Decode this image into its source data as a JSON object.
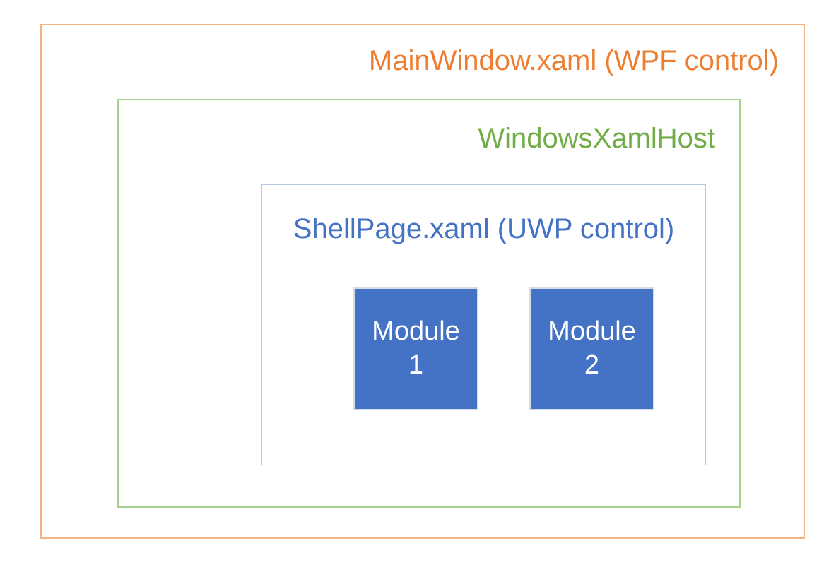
{
  "diagram": {
    "outer": {
      "label": "MainWindow.xaml (WPF control)"
    },
    "host": {
      "label": "WindowsXamlHost"
    },
    "shell": {
      "label": "ShellPage.xaml (UWP control)"
    },
    "modules": [
      {
        "name": "Module 1",
        "line1": "Module",
        "line2": "1"
      },
      {
        "name": "Module 2",
        "line1": "Module",
        "line2": "2"
      }
    ]
  },
  "colors": {
    "outer_border": "#F4B183",
    "outer_text": "#ED7D31",
    "host_border": "#A9D18E",
    "host_text": "#70AD47",
    "shell_border": "#B4C7E7",
    "shell_text": "#4472C4",
    "module_fill": "#4472C4",
    "module_border": "#D6DCE5",
    "module_text": "#FFFFFF"
  }
}
